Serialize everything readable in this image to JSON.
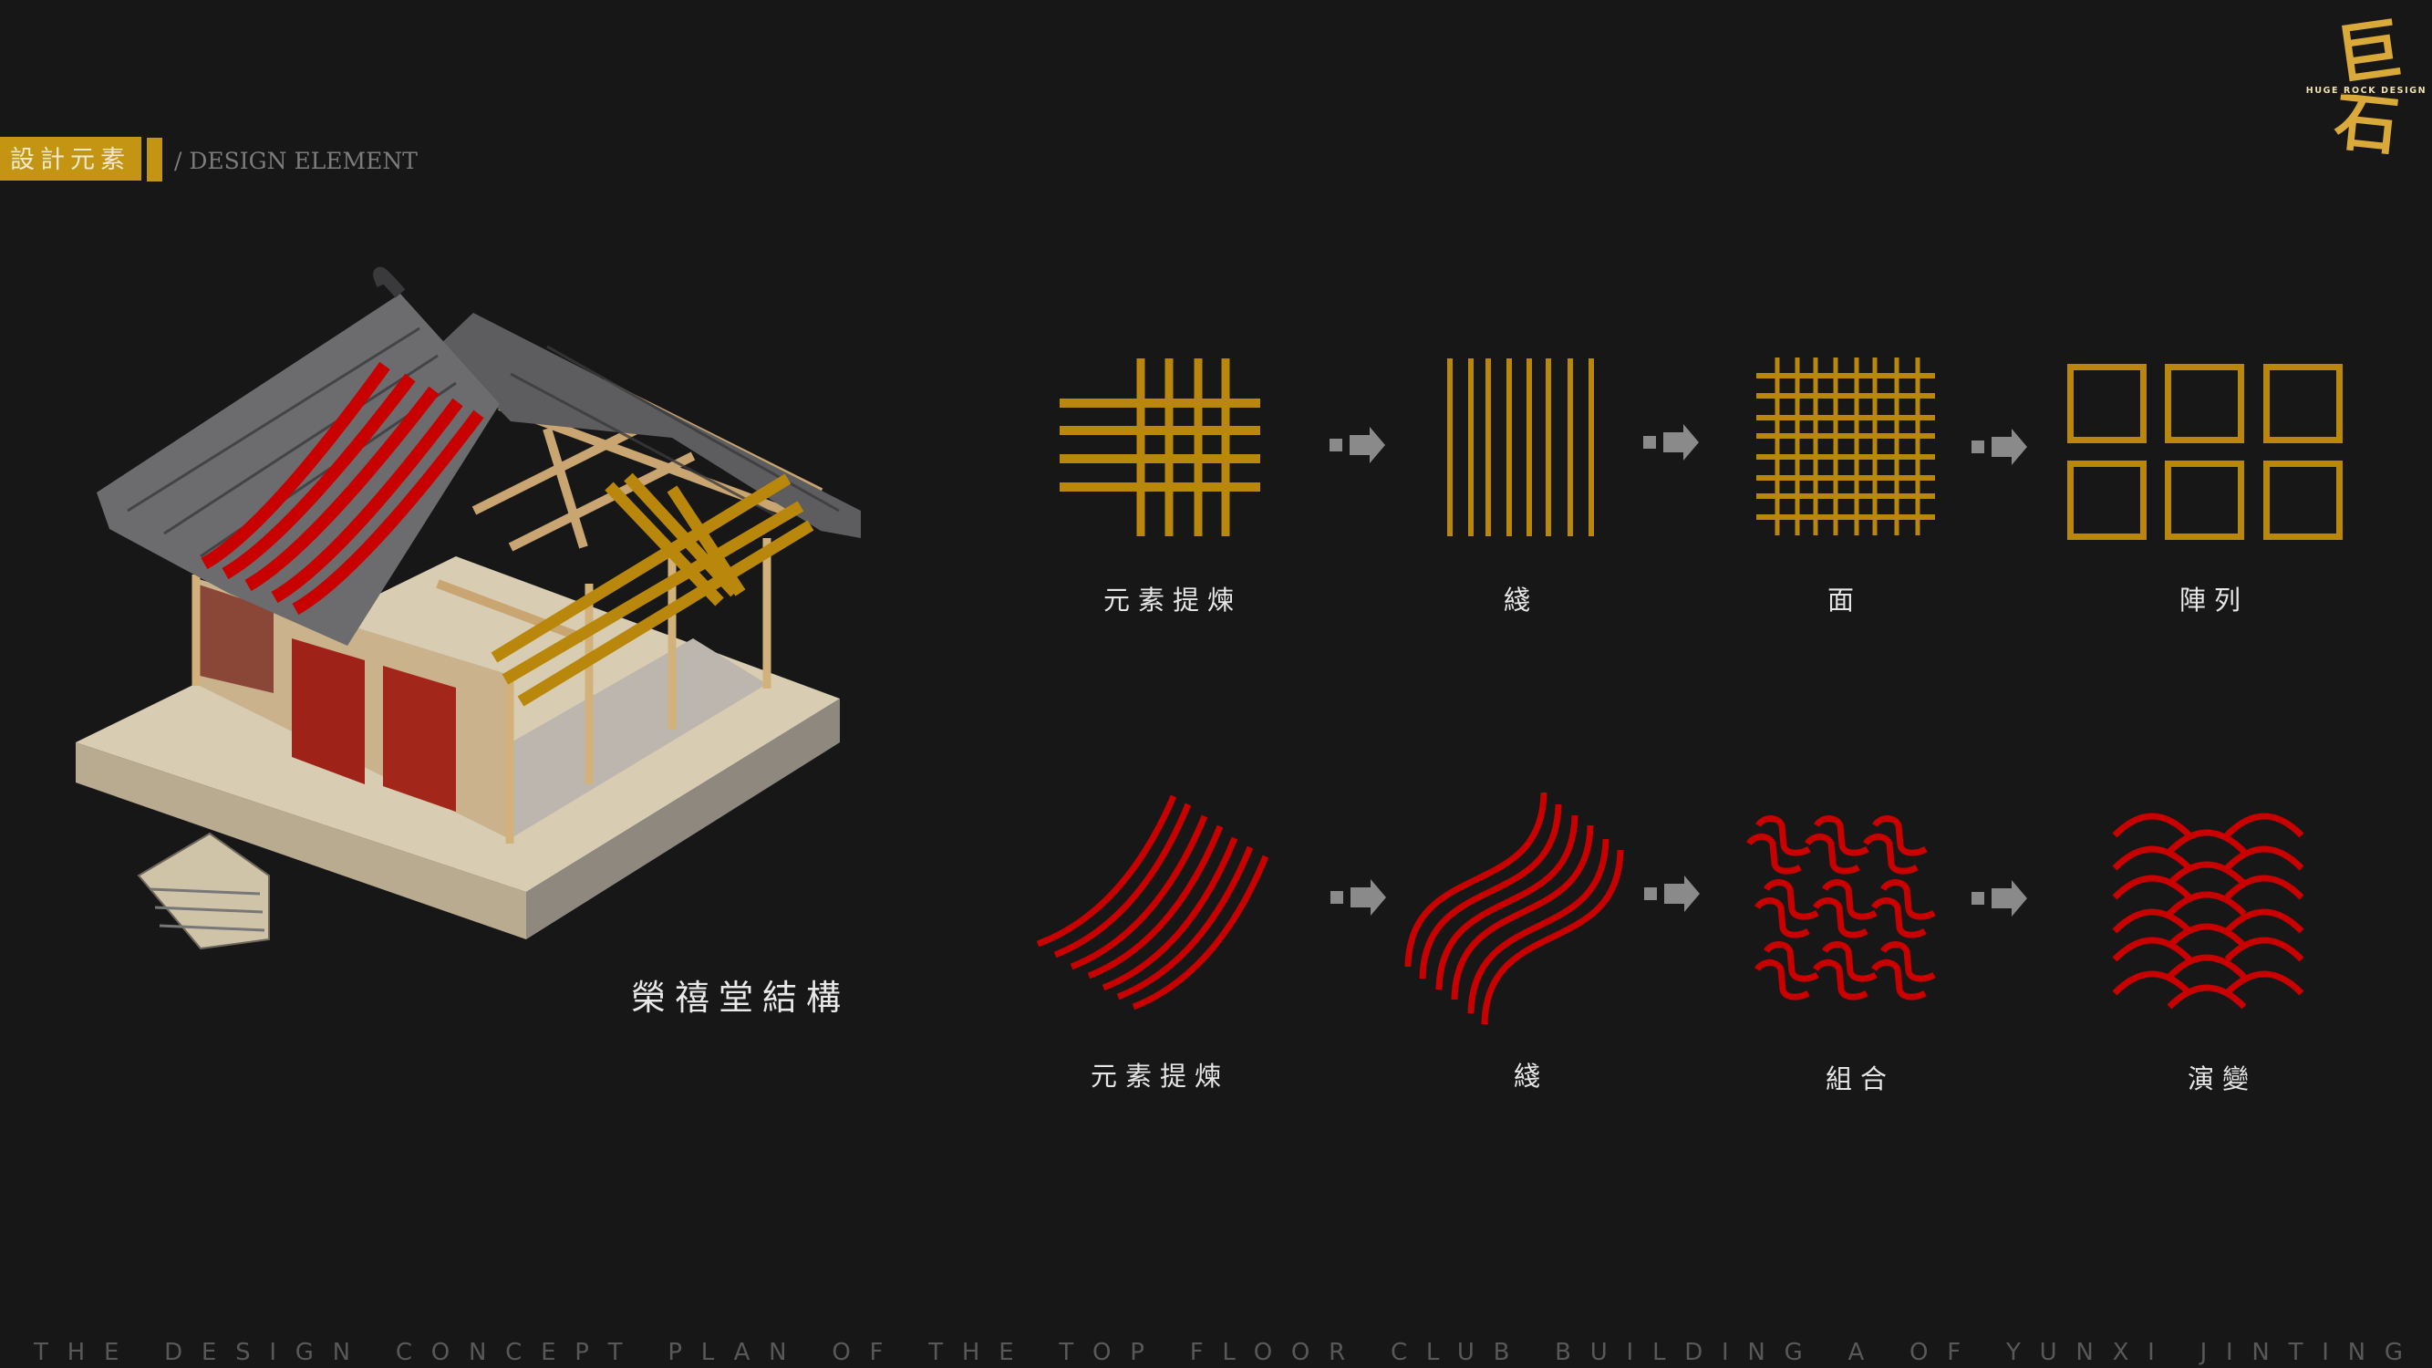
{
  "header": {
    "badge_label": "設計元素",
    "subtitle": "/ DESIGN ELEMENT"
  },
  "logo": {
    "chars": [
      "巨",
      "石"
    ],
    "tagline": "HUGE ROCK DESIGN"
  },
  "building": {
    "caption": "榮禧堂結構"
  },
  "rows": {
    "top": {
      "labels": [
        "元素提煉",
        "綫",
        "面",
        "陣列"
      ]
    },
    "bottom": {
      "labels": [
        "元素提煉",
        "綫",
        "組合",
        "演變"
      ]
    }
  },
  "footer": {
    "text": "THE DESIGN CONCEPT PLAN OF THE TOP FLOOR CLUB BUILDING A OF YUNXI JINTING"
  },
  "colors": {
    "background": "#171717",
    "gold": "#b8870b",
    "badge": "#c39512",
    "red": "#c80000",
    "arrow": "#8a8a8a"
  }
}
